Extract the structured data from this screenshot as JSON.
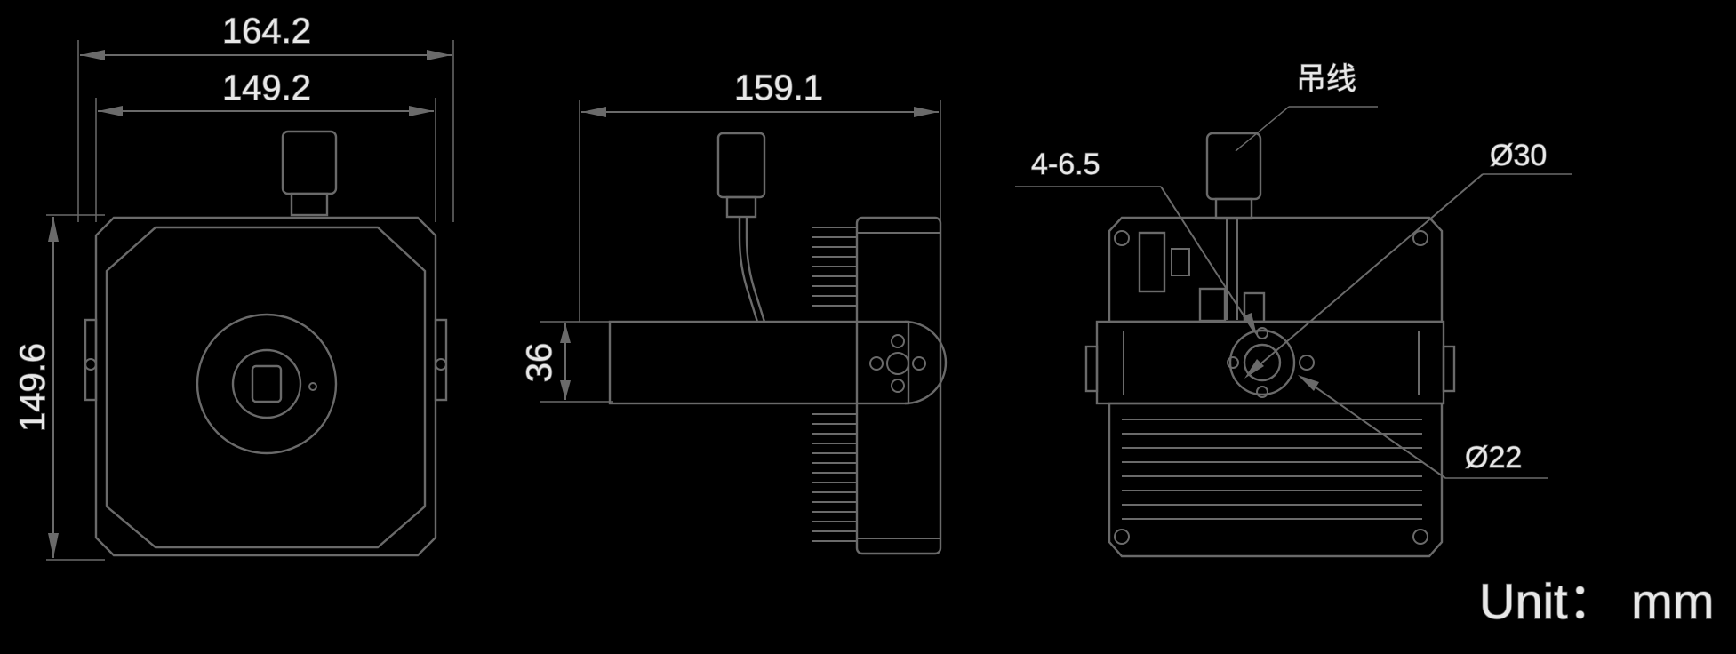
{
  "dimensions": {
    "front_outer_width": "164.2",
    "front_inner_width": "149.2",
    "front_height": "149.6",
    "side_depth": "159.1",
    "side_bracket_thickness": "36",
    "rear_hole_spec": "4-6.5",
    "rear_outer_diameter": "Ø30",
    "rear_inner_diameter": "Ø22"
  },
  "labels": {
    "cable": "吊线"
  },
  "unit_label": "Unit：  mm",
  "colors": {
    "background": "#000000",
    "line": "#6a6a6a",
    "text": "#e8e8e8"
  }
}
